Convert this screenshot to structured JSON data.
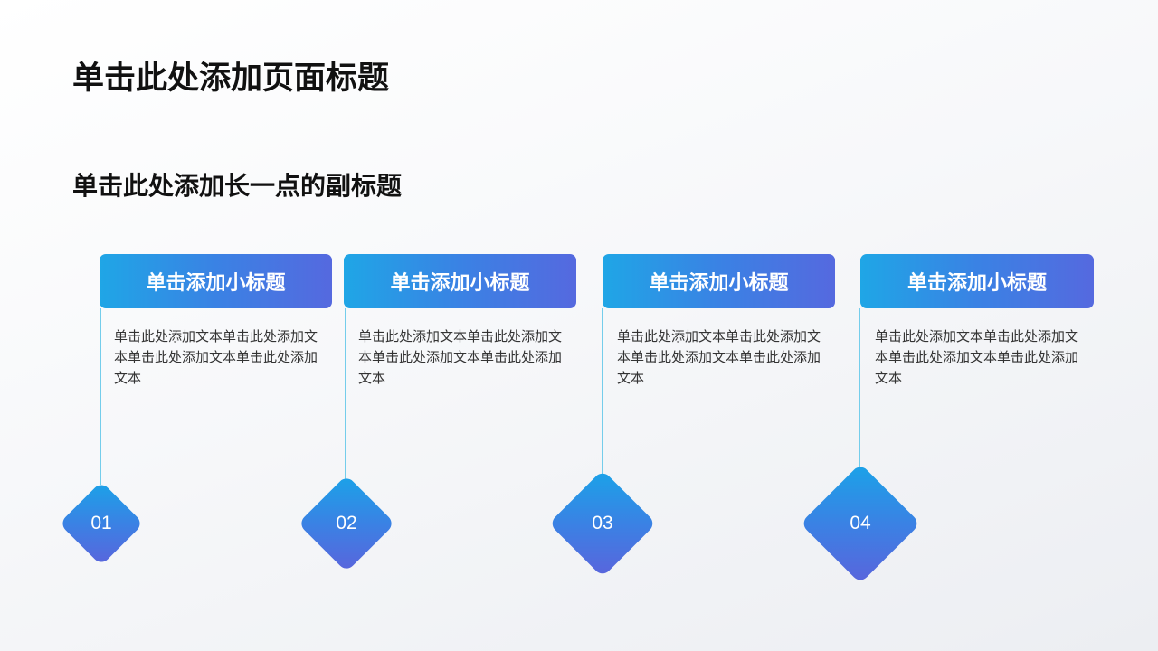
{
  "page": {
    "title": "单击此处添加页面标题",
    "subtitle": "单击此处添加长一点的副标题"
  },
  "colors": {
    "gradient_start": "#1fa6e6",
    "gradient_end": "#5569df",
    "connector_line": "#74cdeb",
    "title_text": "#111111",
    "body_text": "#333333"
  },
  "steps": [
    {
      "number": "01",
      "heading": "单击添加小标题",
      "body": "单击此处添加文本单击此处添加文本单击此处添加文本单击此处添加文本"
    },
    {
      "number": "02",
      "heading": "单击添加小标题",
      "body": "单击此处添加文本单击此处添加文本单击此处添加文本单击此处添加文本"
    },
    {
      "number": "03",
      "heading": "单击添加小标题",
      "body": "单击此处添加文本单击此处添加文本单击此处添加文本单击此处添加文本"
    },
    {
      "number": "04",
      "heading": "单击添加小标题",
      "body": "单击此处添加文本单击此处添加文本单击此处添加文本单击此处添加文本"
    }
  ]
}
